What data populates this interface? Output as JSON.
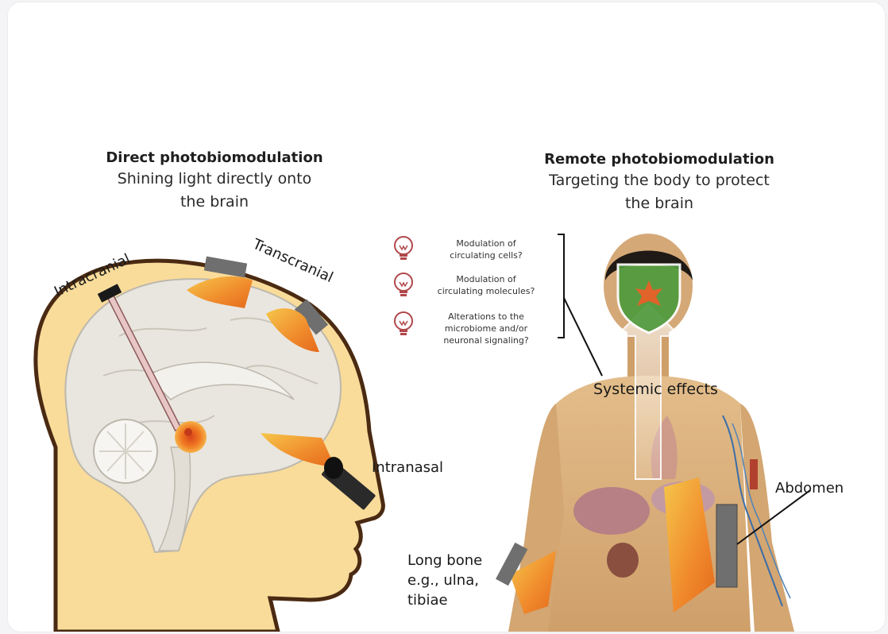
{
  "left_panel": {
    "title": "Direct photobiomodulation",
    "subtitle_line1": "Shining light directly onto",
    "subtitle_line2": "the brain",
    "labels": {
      "intracranial": "Intracranial",
      "transcranial": "Transcranial",
      "intranasal": "Intranasal"
    }
  },
  "right_panel": {
    "title": "Remote photobiomodulation",
    "subtitle_line1": "Targeting the body to protect",
    "subtitle_line2": "the brain",
    "questions": [
      {
        "line1": "Modulation of",
        "line2": "circulating cells?",
        "line3": ""
      },
      {
        "line1": "Modulation of",
        "line2": "circulating molecules?",
        "line3": ""
      },
      {
        "line1": "Alterations to the",
        "line2": "microbiome and/or",
        "line3": "neuronal signaling?"
      }
    ],
    "labels": {
      "systemic": "Systemic effects",
      "abdomen": "Abdomen",
      "long_bone_line1": "Long bone",
      "long_bone_line2": "e.g., ulna,",
      "long_bone_line3": "tibiae"
    }
  },
  "colors": {
    "head_skin": "#f9dc9a",
    "head_outline": "#4a2a12",
    "brain": "#e9e6df",
    "light_orange": "#f08a2c",
    "light_yellow": "#f6c64a",
    "device_gray": "#6f6f6f",
    "bulb_red": "#b0474a",
    "shield_green": "#4f9a3d",
    "body_skin": "#d8b07c"
  }
}
